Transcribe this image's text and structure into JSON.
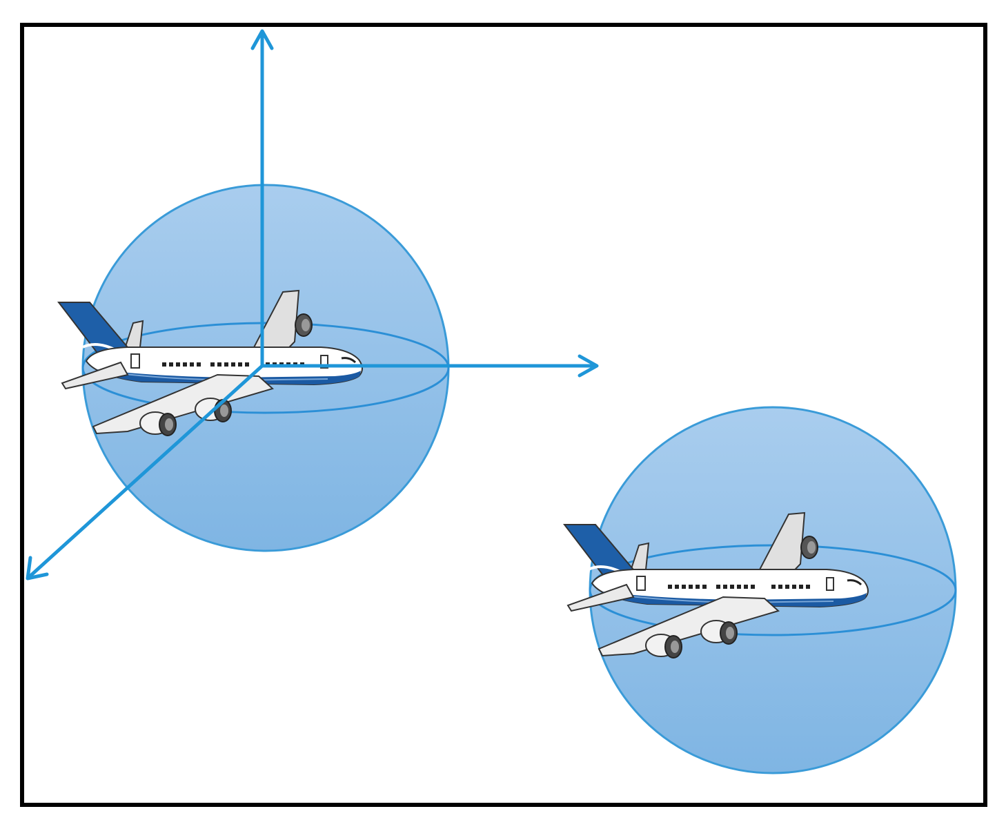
{
  "diagram": {
    "colors": {
      "frame": "#000000",
      "axis": "#1f96d8",
      "sphere_top": "#a9cdee",
      "sphere_bottom": "#7fb5e3",
      "sphere_edge": "#3a9bd8",
      "fuselage": "#ffffff",
      "stripe": "#1b5aa3",
      "tail": "#1e5fa8",
      "wing": "#e6e6e6",
      "outline": "#333333"
    },
    "icons": {
      "axes": "coordinate-axes-icon",
      "aircraft": "airplane-icon",
      "protected_zone": "sphere-icon"
    },
    "axes": {
      "count": 3,
      "directions": [
        "up",
        "right",
        "down-left"
      ]
    },
    "aircraft_count": 2
  }
}
